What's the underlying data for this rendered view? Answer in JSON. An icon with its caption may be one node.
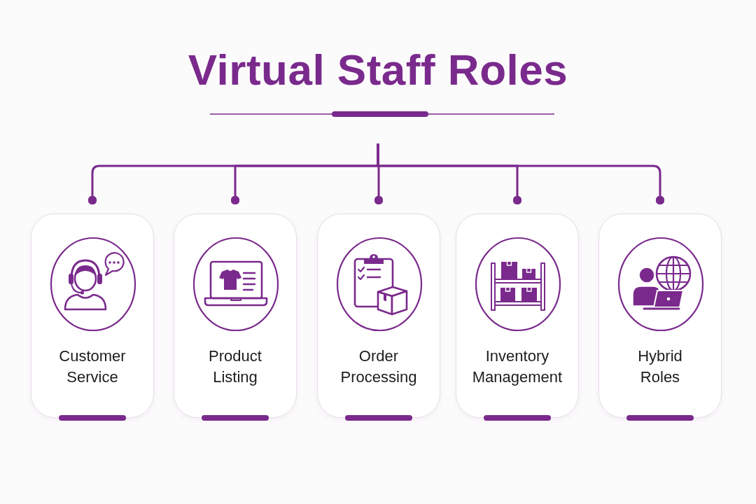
{
  "diagram": {
    "title": "Virtual Staff Roles",
    "nodes": [
      {
        "text": [
          "Customer Service"
        ]
      },
      {
        "text": [
          "Product Listing"
        ]
      },
      {
        "text": [
          "Order Processing"
        ]
      },
      {
        "text": [
          "Inventory Management"
        ]
      },
      {
        "text": [
          "Hybrid Roles"
        ]
      }
    ],
    "edges": [
      {
        "from": null,
        "to": 0,
        "arrow": "other"
      },
      {
        "from": null,
        "to": 1,
        "arrow": "other"
      },
      {
        "from": null,
        "to": 2,
        "arrow": "other"
      },
      {
        "from": null,
        "to": 3,
        "arrow": "other"
      },
      {
        "from": null,
        "to": 4,
        "arrow": "other"
      }
    ]
  }
}
